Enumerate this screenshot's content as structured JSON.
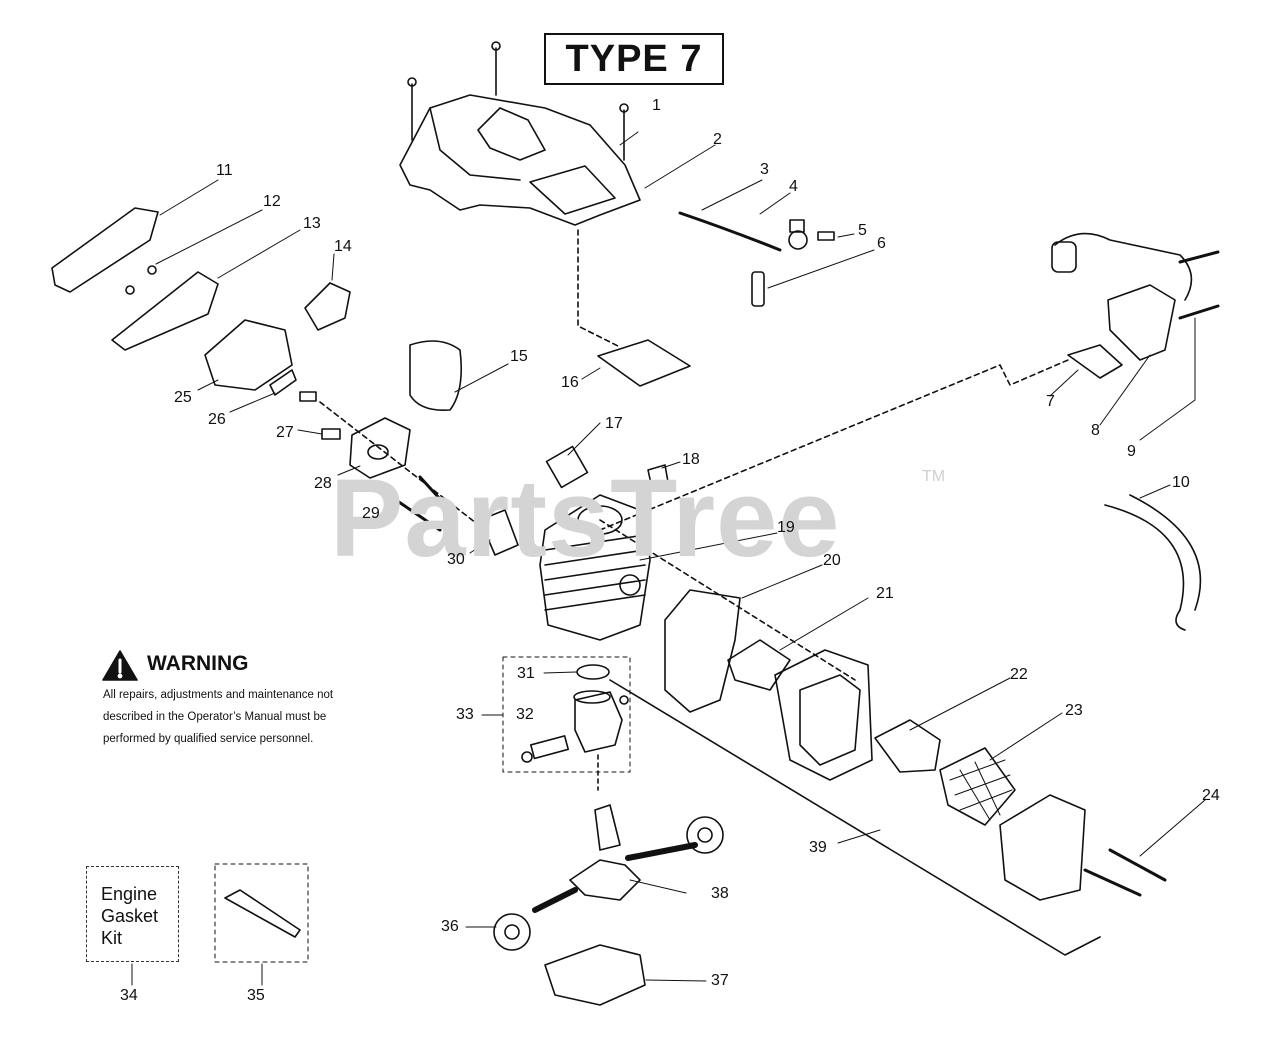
{
  "diagram": {
    "type_label": "TYPE 7",
    "watermark": "PartsTree",
    "watermark_tm": "TM",
    "warning": {
      "title": "WARNING",
      "lines": [
        "All repairs, adjustments and maintenance not",
        "described in the Operator’s Manual must be",
        "performed by qualified  service personnel."
      ]
    },
    "kit_box": [
      "Engine",
      "Gasket",
      "Kit"
    ],
    "callouts": [
      "1",
      "2",
      "3",
      "4",
      "5",
      "6",
      "7",
      "8",
      "9",
      "10",
      "11",
      "12",
      "13",
      "14",
      "15",
      "16",
      "17",
      "18",
      "19",
      "20",
      "21",
      "22",
      "23",
      "24",
      "25",
      "26",
      "27",
      "28",
      "29",
      "30",
      "31",
      "32",
      "33",
      "34",
      "35",
      "36",
      "37",
      "38",
      "39"
    ]
  }
}
